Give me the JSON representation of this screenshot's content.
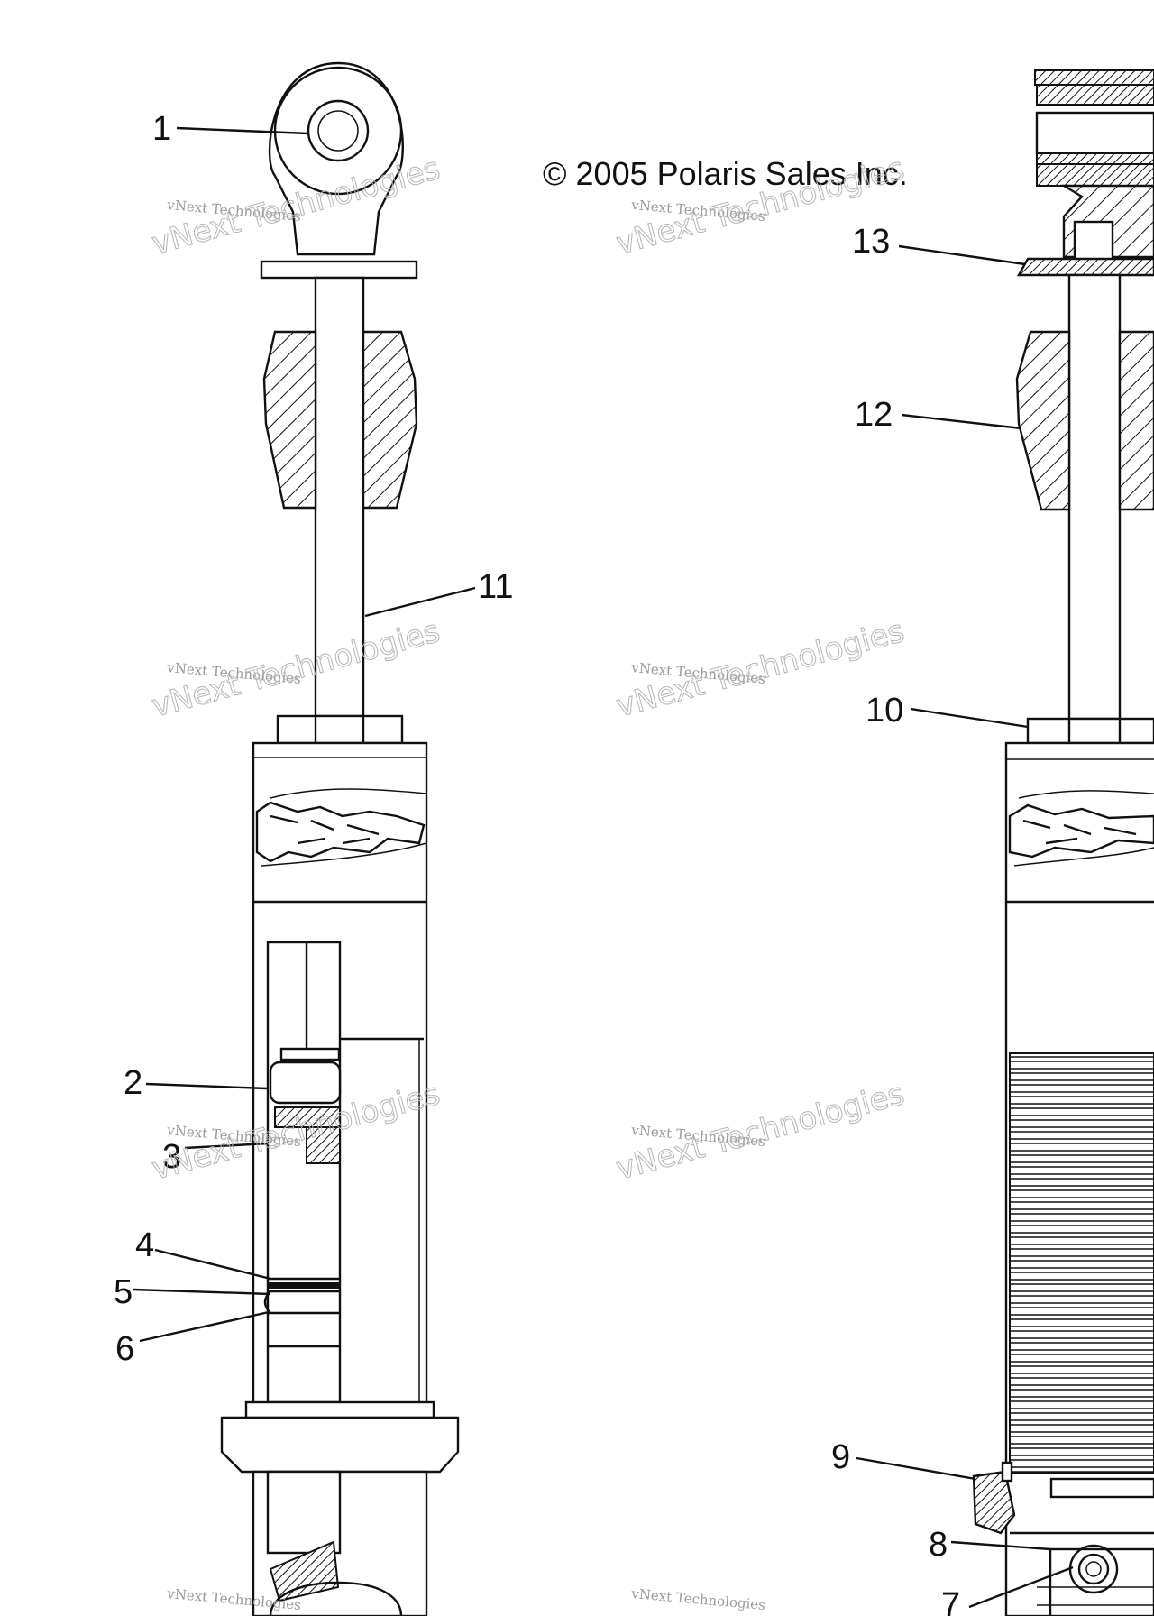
{
  "copyright": "© 2005 Polaris Sales Inc.",
  "watermark": {
    "line1": "vNext Technologies",
    "line2": "vNext Technologies"
  },
  "callouts": [
    {
      "id": "callout-1",
      "text": "1"
    },
    {
      "id": "callout-2",
      "text": "2"
    },
    {
      "id": "callout-3",
      "text": "3"
    },
    {
      "id": "callout-4",
      "text": "4"
    },
    {
      "id": "callout-5",
      "text": "5"
    },
    {
      "id": "callout-6",
      "text": "6"
    },
    {
      "id": "callout-7",
      "text": "7"
    },
    {
      "id": "callout-8",
      "text": "8"
    },
    {
      "id": "callout-9",
      "text": "9"
    },
    {
      "id": "callout-10",
      "text": "10"
    },
    {
      "id": "callout-11",
      "text": "11"
    },
    {
      "id": "callout-12",
      "text": "12"
    },
    {
      "id": "callout-13",
      "text": "13"
    }
  ],
  "colors": {
    "ink": "#111111",
    "watermark": "#9a9a9a",
    "background": "#ffffff"
  }
}
